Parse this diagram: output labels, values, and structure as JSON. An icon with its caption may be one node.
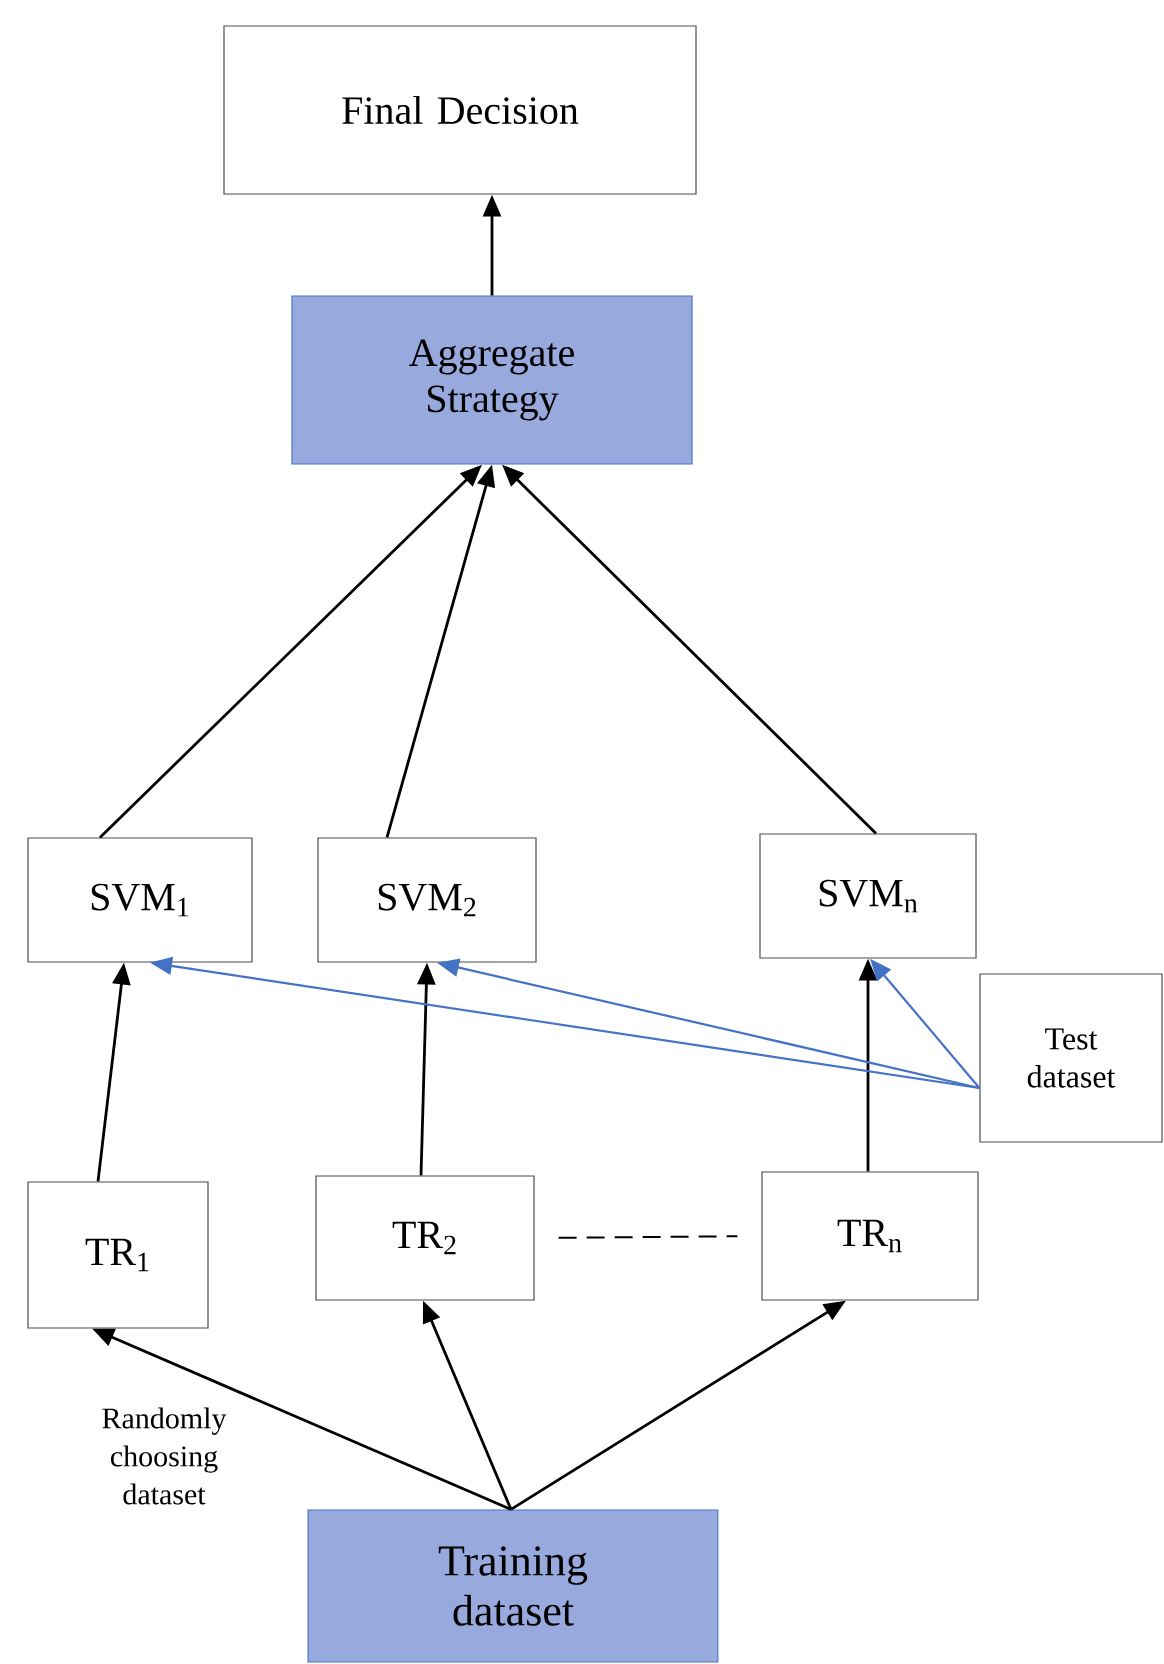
{
  "diagram": {
    "nodes": [
      {
        "text": [
          "Final Decision"
        ]
      },
      {
        "text": [
          "Aggregate Strategy"
        ]
      },
      {
        "text": [
          "SVM$_{1}$"
        ]
      },
      {
        "text": [
          "SVM$_{2}$"
        ]
      },
      {
        "text": [
          "SVM$_{n}$"
        ]
      },
      {
        "text": [
          "Test dataset"
        ]
      },
      {
        "text": [
          "TR$_{1}$"
        ]
      },
      {
        "text": [
          "TR$_{2}$"
        ]
      },
      {
        "text": [
          "TR$_{n}$"
        ]
      },
      {
        "text": [
          "Training dataset"
        ]
      }
    ],
    "edges": [
      {
        "from": 1,
        "to": 0,
        "arrow": "to"
      },
      {
        "from": 2,
        "to": 1,
        "arrow": "to"
      },
      {
        "from": 3,
        "to": 1,
        "arrow": "to"
      },
      {
        "from": 4,
        "to": 1,
        "arrow": "to"
      },
      {
        "from": 6,
        "to": 2,
        "arrow": "to"
      },
      {
        "from": 7,
        "to": 3,
        "arrow": "to"
      },
      {
        "from": 8,
        "to": 4,
        "arrow": "to"
      },
      {
        "from": 5,
        "to": 2,
        "arrow": "to",
        "color": "#4472c4"
      },
      {
        "from": 5,
        "to": 3,
        "arrow": "to",
        "color": "#4472c4"
      },
      {
        "from": 5,
        "to": 4,
        "arrow": "to",
        "color": "#4472c4"
      },
      {
        "from": 9,
        "to": 6,
        "arrow": "to"
      },
      {
        "from": 9,
        "to": 7,
        "arrow": "to"
      },
      {
        "from": 9,
        "to": 8,
        "arrow": "to"
      },
      {
        "from": 7,
        "to": 8,
        "arrow": "none",
        "style": "dashed"
      }
    ],
    "labels": [
      "Randomly choosing dataset"
    ]
  }
}
